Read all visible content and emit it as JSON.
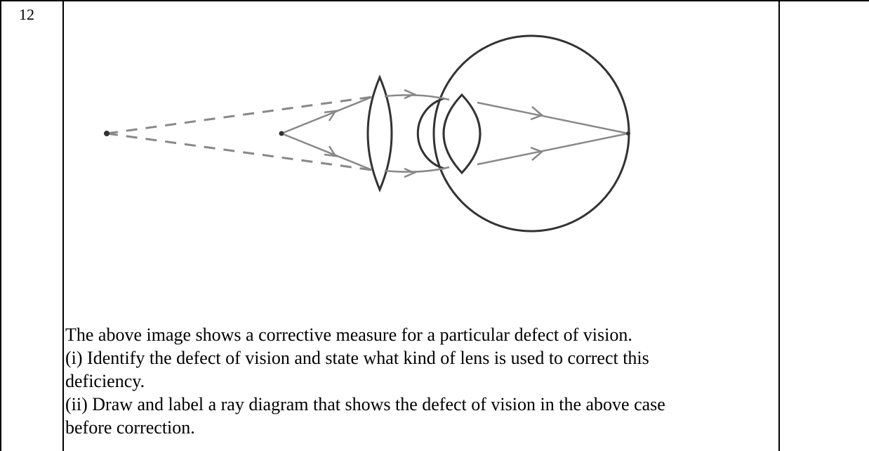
{
  "question": {
    "number": "12",
    "lines": [
      "The above image shows a corrective measure for a particular defect of vision.",
      "(i) Identify the defect of vision and state what kind of lens is used to correct this",
      "deficiency.",
      "(ii) Draw and label a ray diagram that shows the defect of vision in the above case",
      "before correction."
    ]
  },
  "colors": {
    "border": "#000000",
    "diagram_stroke": "#333333",
    "ray": "#888888"
  }
}
